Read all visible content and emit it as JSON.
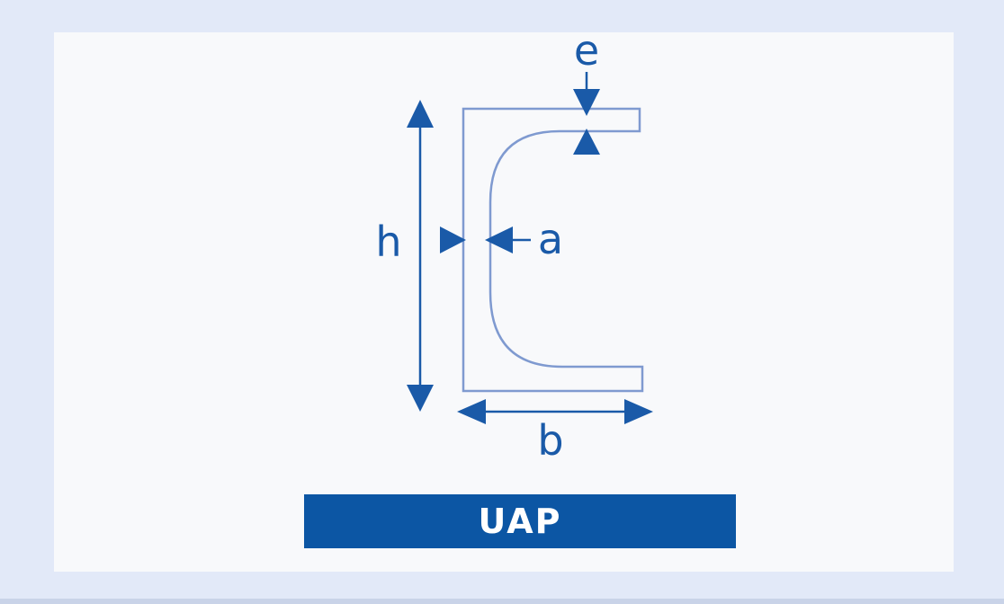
{
  "diagram": {
    "labels": {
      "height": "h",
      "width": "b",
      "web_thickness": "a",
      "flange_thickness": "e"
    },
    "profile_name": "UAP"
  },
  "colors": {
    "accent": "#1a5aa8",
    "banner": "#0c56a4",
    "outline": "#6f8fc9",
    "background": "#e2e9f8",
    "card": "#f8f9fb"
  }
}
